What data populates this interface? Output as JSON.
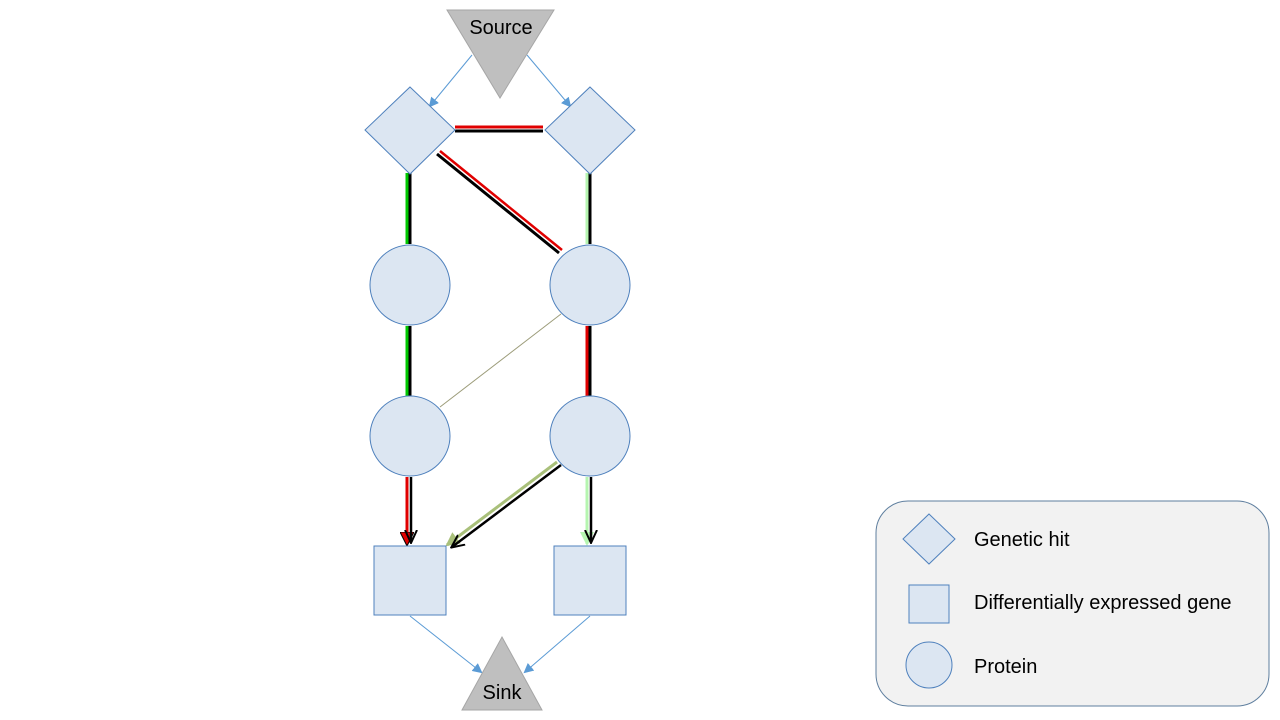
{
  "diagram": {
    "source_label": "Source",
    "sink_label": "Sink"
  },
  "legend": {
    "items": [
      {
        "label": "Genetic hit",
        "shape": "diamond"
      },
      {
        "label": "Differentially expressed gene",
        "shape": "square"
      },
      {
        "label": "Protein",
        "shape": "circle"
      }
    ]
  },
  "colors": {
    "node_fill": "#dce6f2",
    "node_stroke": "#4f81bd",
    "terminal_fill": "#bfbfbf",
    "source_sink_arrow": "#5b9bd5",
    "edge_black": "#000000",
    "edge_red": "#e00000",
    "edge_green": "#00c800",
    "edge_light_green": "#b6f5b0",
    "edge_olive": "#a9c07a",
    "edge_thin": "#9c9c7a",
    "legend_bg": "#f2f2f2",
    "legend_border": "#5f7f9f"
  }
}
